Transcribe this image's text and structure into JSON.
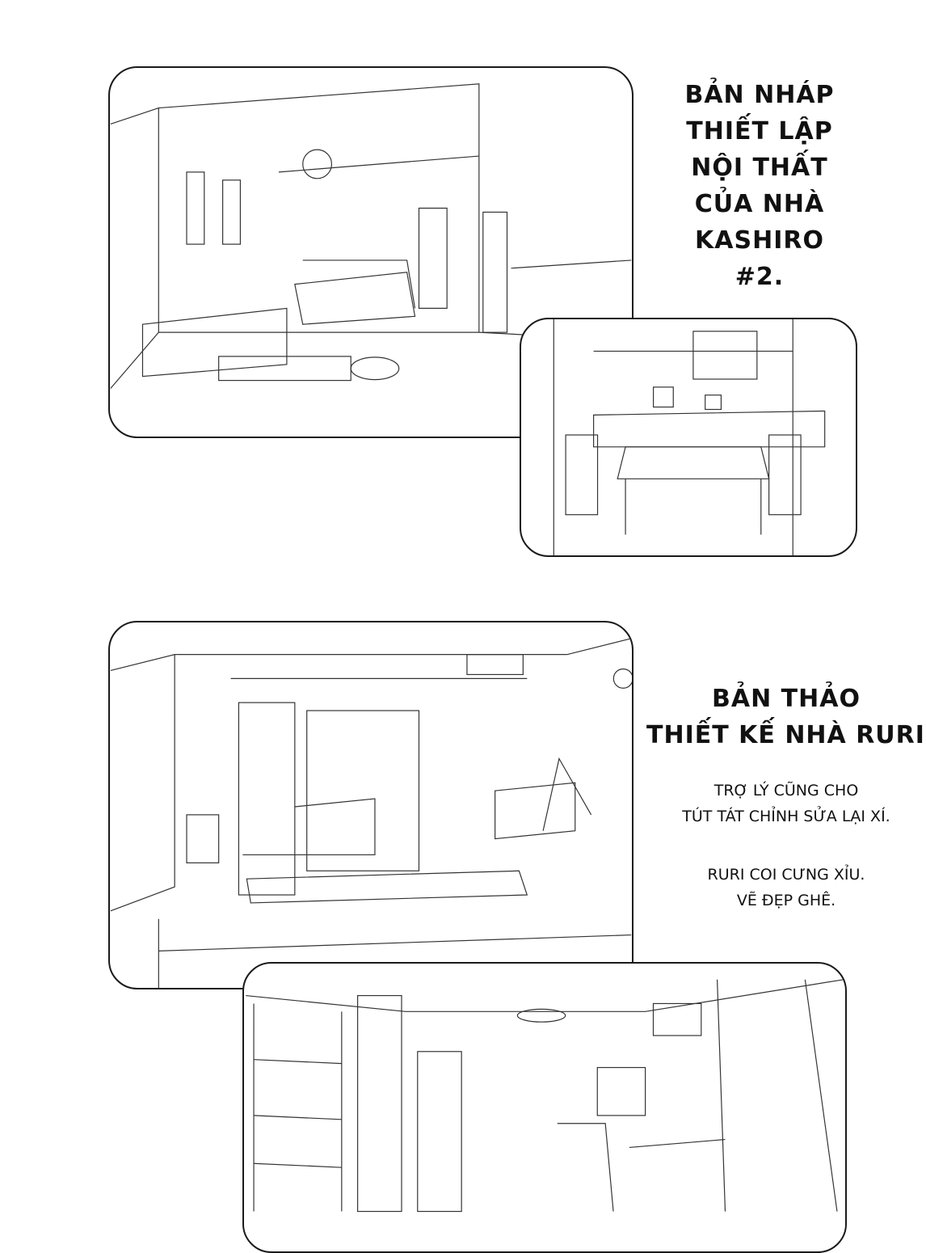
{
  "captions": {
    "kashiro_title": [
      "BẢN NHÁP",
      "THIẾT LẬP",
      "NỘI THẤT",
      "CỦA NHÀ",
      "KASHIRO",
      "#2."
    ],
    "ruri_title": [
      "BẢN THẢO",
      "THIẾT KẾ NHÀ RURI."
    ],
    "ruri_note_1": [
      "TRỢ LÝ CŨNG CHO",
      "TÚT TÁT CHỈNH SỬA LẠI XÍ."
    ],
    "ruri_note_2": [
      "RURI COI CƯNG XỈU.",
      "VẼ ĐẸP GHÊ."
    ]
  },
  "panels": [
    {
      "scene": "kashiro-living-room-sketch"
    },
    {
      "scene": "kashiro-kitchen-sketch"
    },
    {
      "scene": "ruri-living-room-sketch"
    },
    {
      "scene": "ruri-bedroom-sketch"
    }
  ]
}
